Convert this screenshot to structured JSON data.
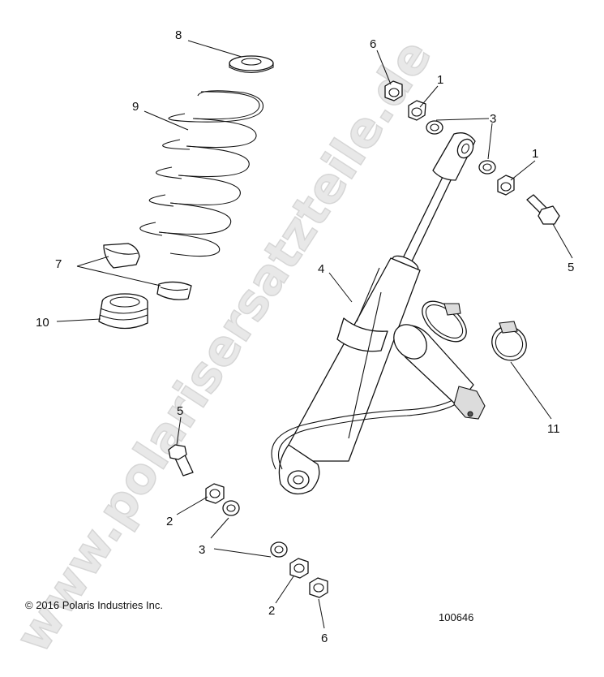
{
  "watermark": "www.polarisersatzteile.de",
  "copyright": "© 2016 Polaris Industries Inc.",
  "figure_number": "100646",
  "callouts": {
    "c1a": "1",
    "c1b": "1",
    "c2a": "2",
    "c2b": "2",
    "c3a": "3",
    "c3b": "3",
    "c4": "4",
    "c5a": "5",
    "c5b": "5",
    "c6a": "6",
    "c6b": "6",
    "c7": "7",
    "c8": "8",
    "c9": "9",
    "c10": "10",
    "c11": "11"
  }
}
